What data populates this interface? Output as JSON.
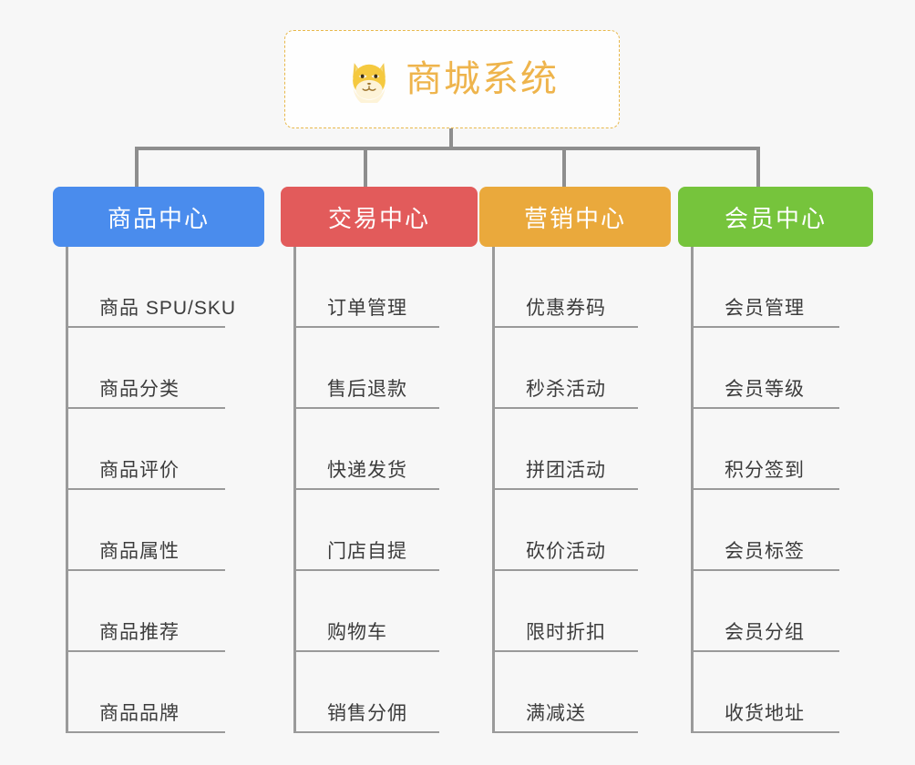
{
  "background_color": "#f7f7f7",
  "root": {
    "title": "商城系统",
    "icon": "shiba-dog-face-icon",
    "text_color": "#eeb44c",
    "border_color": "#e8b84b"
  },
  "connector_color": "#8e8e8e",
  "branches": [
    {
      "label": "商品中心",
      "color": "#4a8ced",
      "items": [
        "商品 SPU/SKU",
        "商品分类",
        "商品评价",
        "商品属性",
        "商品推荐",
        "商品品牌"
      ]
    },
    {
      "label": "交易中心",
      "color": "#e25b5b",
      "items": [
        "订单管理",
        "售后退款",
        "快递发货",
        "门店自提",
        "购物车",
        "销售分佣"
      ]
    },
    {
      "label": "营销中心",
      "color": "#eaa93c",
      "items": [
        "优惠券码",
        "秒杀活动",
        "拼团活动",
        "砍价活动",
        "限时折扣",
        "满减送"
      ]
    },
    {
      "label": "会员中心",
      "color": "#76c43c",
      "items": [
        "会员管理",
        "会员等级",
        "积分签到",
        "会员标签",
        "会员分组",
        "收货地址"
      ]
    }
  ]
}
